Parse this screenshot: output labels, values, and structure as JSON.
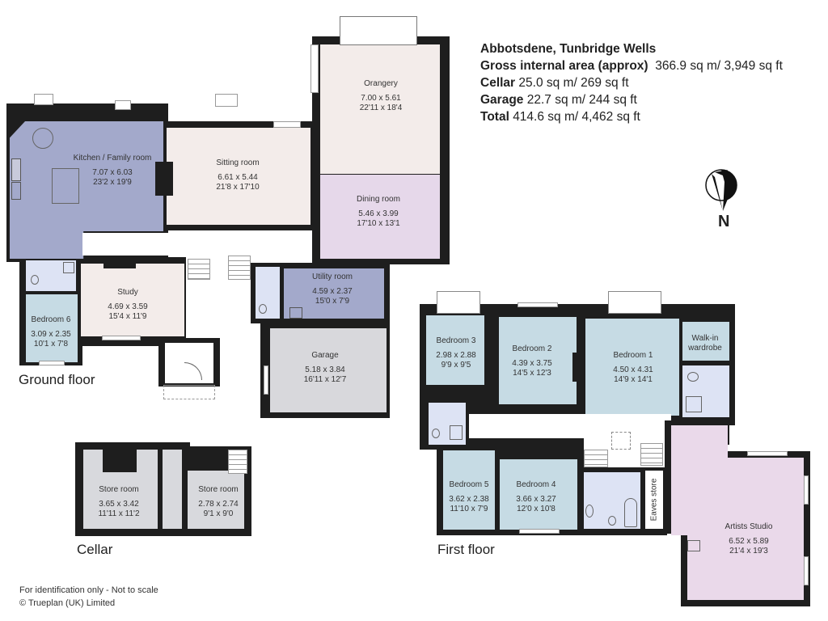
{
  "header": {
    "property_name": "Abbotsdene, Tunbridge Wells",
    "gross_label": "Gross internal area (approx)",
    "gross_value": "366.9 sq m/ 3,949 sq ft",
    "cellar_label": "Cellar",
    "cellar_value": "25.0 sq m/ 269 sq ft",
    "garage_label": "Garage",
    "garage_value": "22.7 sq m/ 244 sq ft",
    "total_label": "Total",
    "total_value": "414.6 sq m/ 4,462 sq ft"
  },
  "compass": {
    "icon": "north-arrow-icon",
    "label": "N"
  },
  "colors": {
    "wall": "#1e1e1e",
    "kitchen": "#a3a9cb",
    "reception": "#f3ecea",
    "dining": "#e6d8ea",
    "bedroom": "#c6dbe4",
    "bathroom": "#dde3f4",
    "utility": "#a3a9cb",
    "garage": "#d8d8dc",
    "cellar": "#d8d9dd",
    "studio": "#ead9ea"
  },
  "floors": {
    "ground": {
      "title": "Ground floor",
      "rooms": [
        {
          "name": "Kitchen / Family room",
          "metric": "7.07 x 6.03",
          "imperial": "23'2 x 19'9"
        },
        {
          "name": "Sitting room",
          "metric": "6.61 x 5.44",
          "imperial": "21'8 x 17'10"
        },
        {
          "name": "Orangery",
          "metric": "7.00 x 5.61",
          "imperial": "22'11 x 18'4"
        },
        {
          "name": "Dining room",
          "metric": "5.46 x 3.99",
          "imperial": "17'10 x 13'1"
        },
        {
          "name": "Study",
          "metric": "4.69 x 3.59",
          "imperial": "15'4 x 11'9"
        },
        {
          "name": "Bedroom 6",
          "metric": "3.09 x 2.35",
          "imperial": "10'1 x 7'8"
        },
        {
          "name": "Utility room",
          "metric": "4.59 x 2.37",
          "imperial": "15'0 x 7'9"
        },
        {
          "name": "Garage",
          "metric": "5.18 x 3.84",
          "imperial": "16'11 x 12'7"
        }
      ]
    },
    "cellar": {
      "title": "Cellar",
      "rooms": [
        {
          "name": "Store room",
          "metric": "3.65 x 3.42",
          "imperial": "11'11 x 11'2"
        },
        {
          "name": "Store room",
          "metric": "2.78 x 2.74",
          "imperial": "9'1 x 9'0"
        }
      ]
    },
    "first": {
      "title": "First floor",
      "rooms": [
        {
          "name": "Bedroom 3",
          "metric": "2.98 x 2.88",
          "imperial": "9'9 x 9'5"
        },
        {
          "name": "Bedroom 2",
          "metric": "4.39 x 3.75",
          "imperial": "14'5 x 12'3"
        },
        {
          "name": "Bedroom 1",
          "metric": "4.50 x 4.31",
          "imperial": "14'9 x 14'1"
        },
        {
          "name": "Walk-in wardrobe"
        },
        {
          "name": "Bedroom 5",
          "metric": "3.62 x 2.38",
          "imperial": "11'10 x 7'9"
        },
        {
          "name": "Bedroom 4",
          "metric": "3.66 x 3.27",
          "imperial": "12'0 x 10'8"
        },
        {
          "name": "Eaves store"
        },
        {
          "name": "Artists Studio",
          "metric": "6.52 x 5.89",
          "imperial": "21'4 x 19'3"
        }
      ]
    }
  },
  "footer": {
    "disclaimer": "For identification only - Not to scale",
    "copyright": "© Trueplan (UK) Limited"
  }
}
